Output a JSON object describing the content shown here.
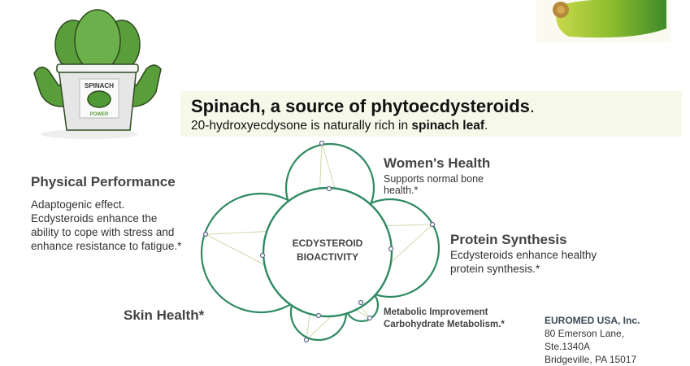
{
  "title": {
    "main": "Spinach, a source of phytoecdysteroids",
    "period": "."
  },
  "subtitle": {
    "prefix": "20-hydroxyecdysone is naturally rich in ",
    "bold": "spinach leaf",
    "suffix": "."
  },
  "logo": {
    "label_top": "SPINACH",
    "label_bottom": "POWER"
  },
  "diagram": {
    "center": [
      "ECDYSTEROID",
      "BIOACTIVITY"
    ],
    "accent": "#2e8a62"
  },
  "sections": {
    "physical": {
      "heading": "Physical Performance",
      "lines": [
        "Adaptogenic effect.",
        "Ecdysteroids enhance the",
        "ability to cope with stress and",
        "enhance resistance to fatigue.*"
      ]
    },
    "womens": {
      "heading": "Women's Health",
      "lines": [
        "Supports normal bone",
        "health.*"
      ]
    },
    "protein": {
      "heading": "Protein Synthesis",
      "lines": [
        "Ecdysteroids enhance healthy",
        "protein synthesis.*"
      ]
    },
    "skin": {
      "heading": "Skin Health*"
    },
    "metabolic": {
      "lines": [
        "Metabolic Improvement",
        "Carbohydrate Metabolism.*"
      ]
    }
  },
  "company": {
    "name": "EUROMED USA, Inc.",
    "lines": [
      "80 Emerson Lane,",
      "Ste.1340A",
      "Bridgeville, PA 15017"
    ]
  }
}
